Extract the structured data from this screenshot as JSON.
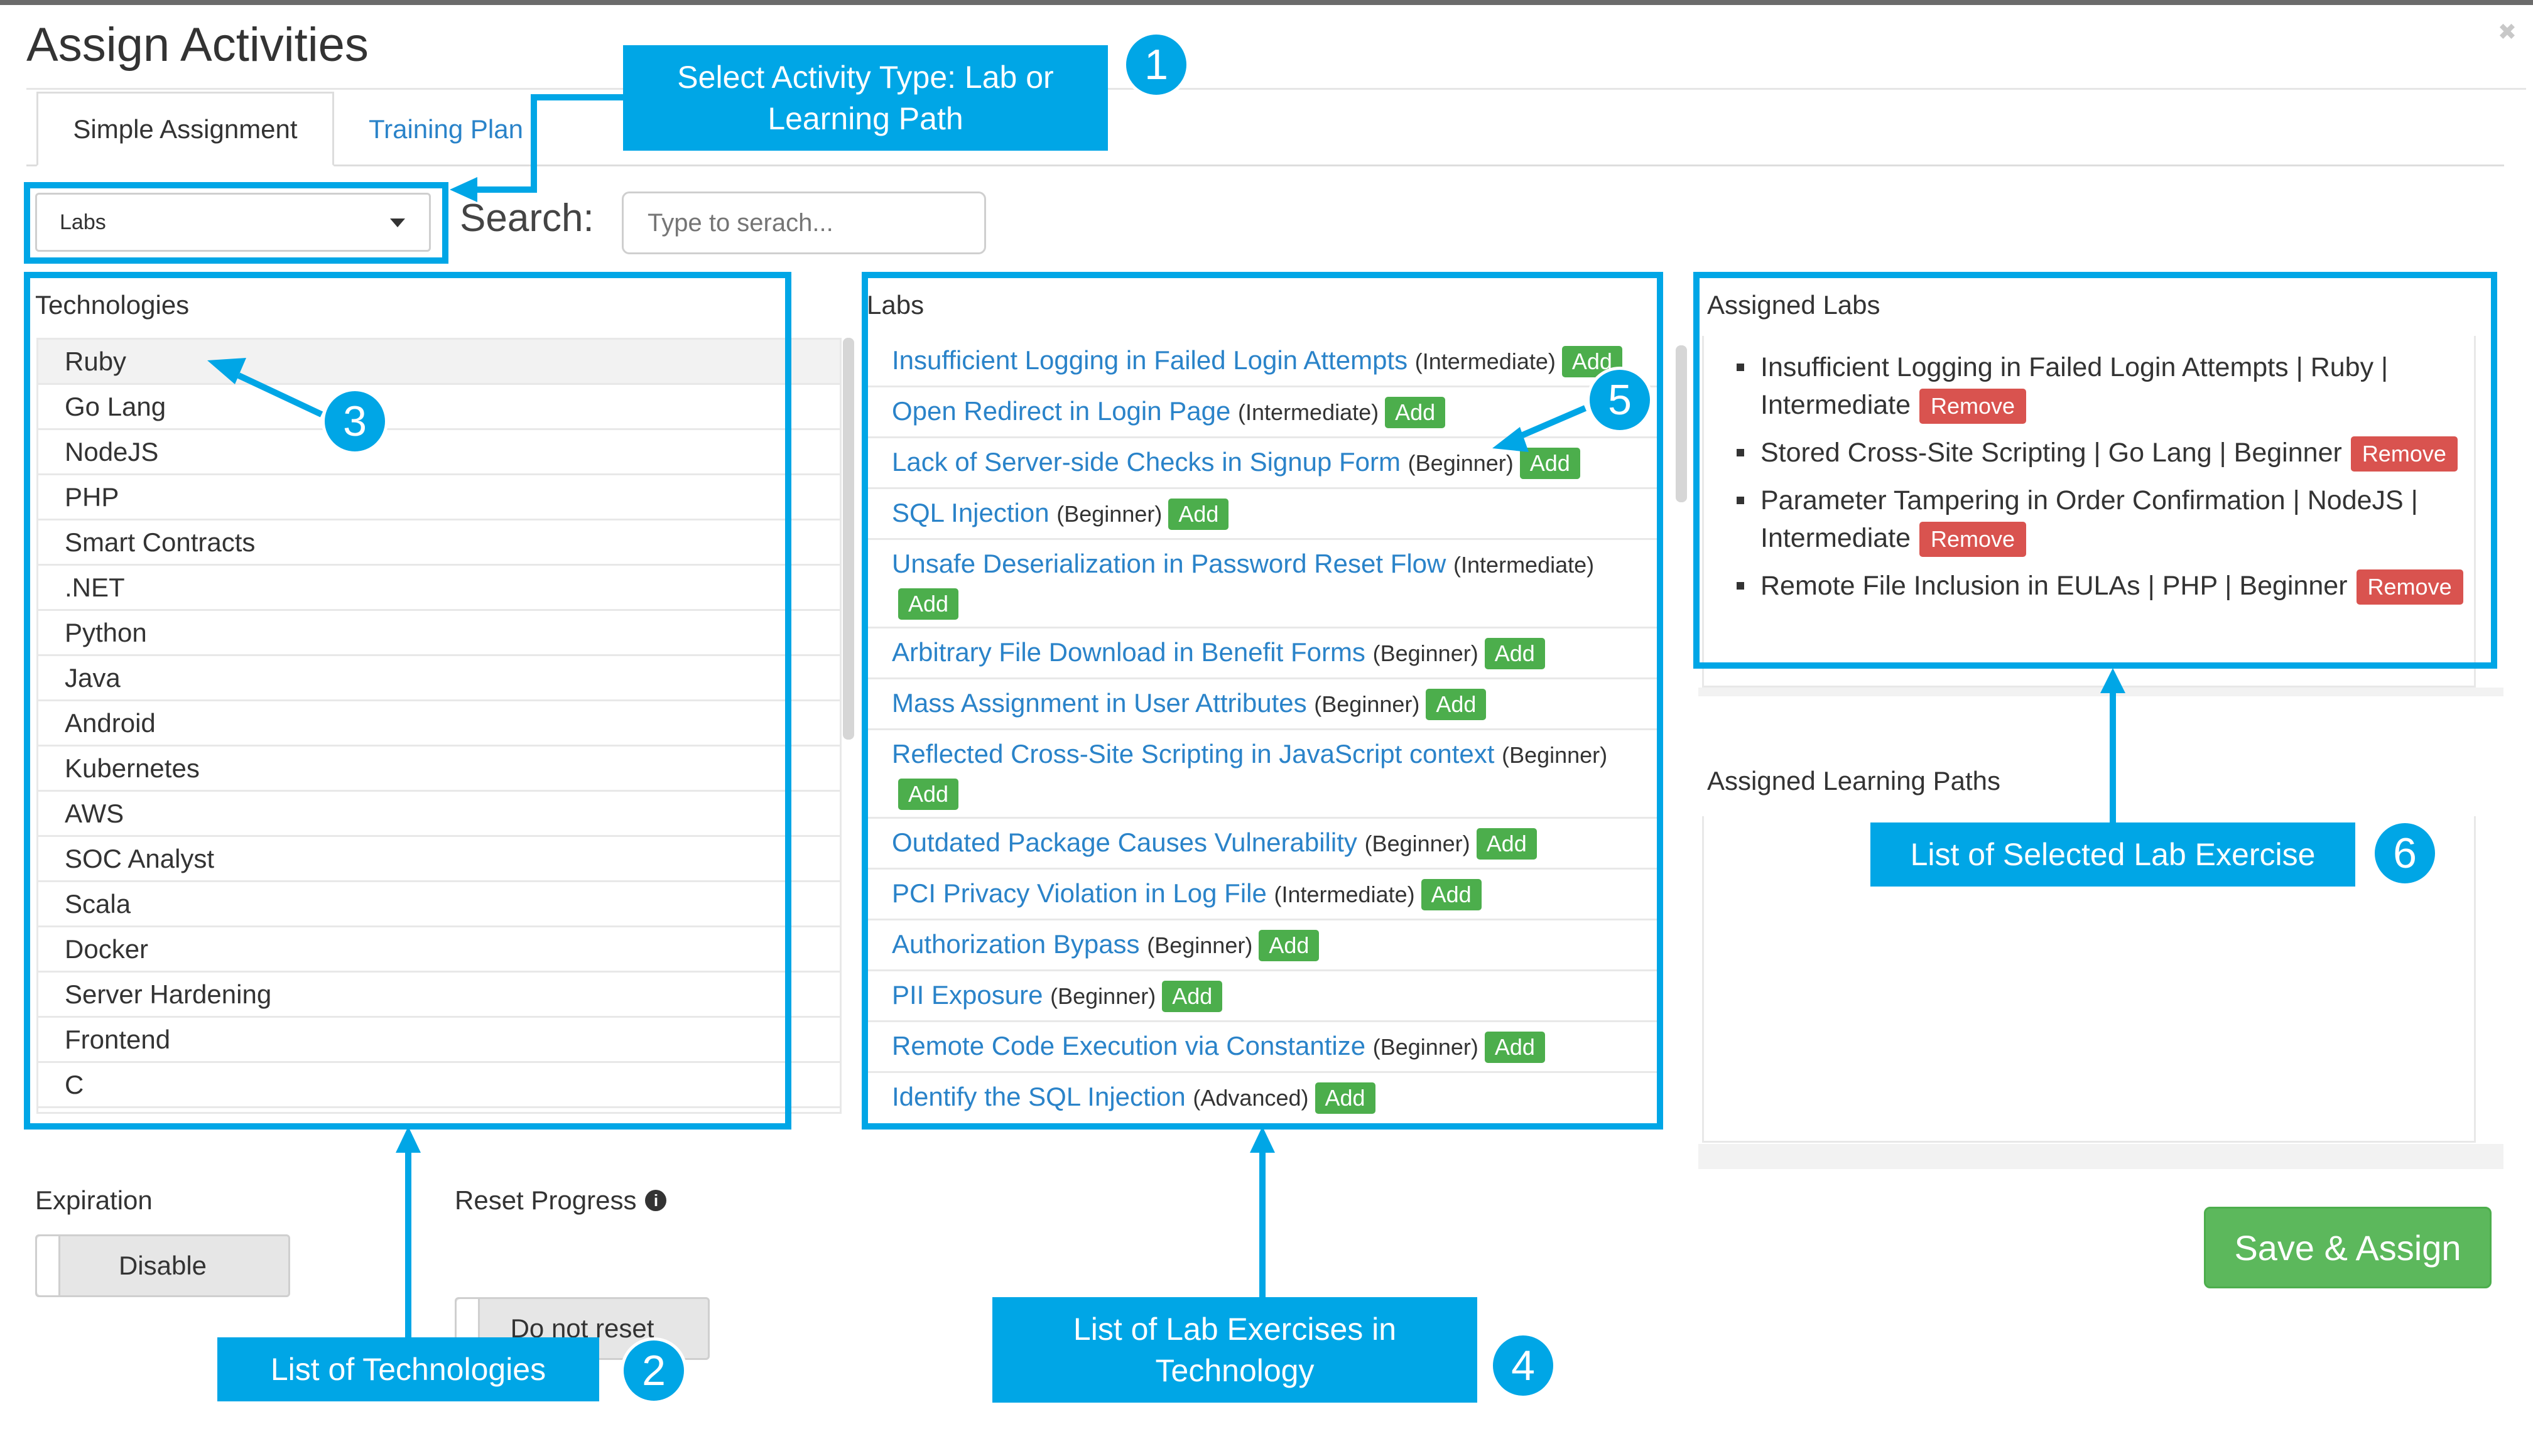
{
  "window": {
    "title": "Assign Activities",
    "close_icon": "close-icon"
  },
  "tabs": [
    {
      "label": "Simple Assignment",
      "active": true
    },
    {
      "label": "Training Plan",
      "active": false
    }
  ],
  "activity_select": {
    "value": "Labs"
  },
  "search": {
    "label": "Search:",
    "placeholder": "Type to serach..."
  },
  "technologies": {
    "heading": "Technologies",
    "items": [
      "Ruby",
      "Go Lang",
      "NodeJS",
      "PHP",
      "Smart Contracts",
      ".NET",
      "Python",
      "Java",
      "Android",
      "Kubernetes",
      "AWS",
      "SOC Analyst",
      "Scala",
      "Docker",
      "Server Hardening",
      "Frontend",
      "C"
    ]
  },
  "labs": {
    "heading": "Labs",
    "add_label": "Add",
    "items": [
      {
        "title": "Insufficient Logging in Failed Login Attempts",
        "level": "(Intermediate)"
      },
      {
        "title": "Open Redirect in Login Page",
        "level": "(Intermediate)"
      },
      {
        "title": "Lack of Server-side Checks in Signup Form",
        "level": "(Beginner)"
      },
      {
        "title": "SQL Injection",
        "level": "(Beginner)"
      },
      {
        "title": "Unsafe Deserialization in Password Reset Flow",
        "level": "(Intermediate)"
      },
      {
        "title": "Arbitrary File Download in Benefit Forms",
        "level": "(Beginner)"
      },
      {
        "title": "Mass Assignment in User Attributes",
        "level": "(Beginner)"
      },
      {
        "title": "Reflected Cross-Site Scripting in JavaScript context",
        "level": "(Beginner)"
      },
      {
        "title": "Outdated Package Causes Vulnerability",
        "level": "(Beginner)"
      },
      {
        "title": "PCI Privacy Violation in Log File",
        "level": "(Intermediate)"
      },
      {
        "title": "Authorization Bypass",
        "level": "(Beginner)"
      },
      {
        "title": "PII Exposure",
        "level": "(Beginner)"
      },
      {
        "title": "Remote Code Execution via Constantize",
        "level": "(Beginner)"
      },
      {
        "title": "Identify the SQL Injection",
        "level": "(Advanced)"
      }
    ]
  },
  "assigned_labs": {
    "heading": "Assigned Labs",
    "remove_label": "Remove",
    "items": [
      {
        "text_a": "Insufficient Logging in Failed Login Attempts | Ruby |",
        "text_b": "Intermediate"
      },
      {
        "text_a": "Stored Cross-Site Scripting | Go Lang | Beginner",
        "text_b": ""
      },
      {
        "text_a": "Parameter Tampering in Order Confirmation | NodeJS |",
        "text_b": "Intermediate"
      },
      {
        "text_a": "Remote File Inclusion in EULAs | PHP | Beginner",
        "text_b": ""
      }
    ]
  },
  "assigned_learning_paths": {
    "heading": "Assigned Learning Paths"
  },
  "expiration": {
    "label": "Expiration",
    "value": "Disable"
  },
  "reset_progress": {
    "label": "Reset Progress",
    "value": "Do not reset",
    "info_icon": "info-icon"
  },
  "save_button": {
    "label": "Save & Assign"
  },
  "callouts": {
    "c1": {
      "text": "Select Activity Type: Lab or Learning Path",
      "num": "1"
    },
    "c2": {
      "text": "List of Technologies",
      "num": "2"
    },
    "c3": {
      "num": "3"
    },
    "c4": {
      "text": "List of Lab Exercises in Technology",
      "num": "4"
    },
    "c5": {
      "num": "5"
    },
    "c6": {
      "text": "List of Selected Lab Exercise",
      "num": "6"
    }
  },
  "colors": {
    "accent": "#00a6e6",
    "link": "#2a83c9",
    "add": "#4cae4c",
    "remove": "#d9534f",
    "save": "#5cb85c"
  }
}
